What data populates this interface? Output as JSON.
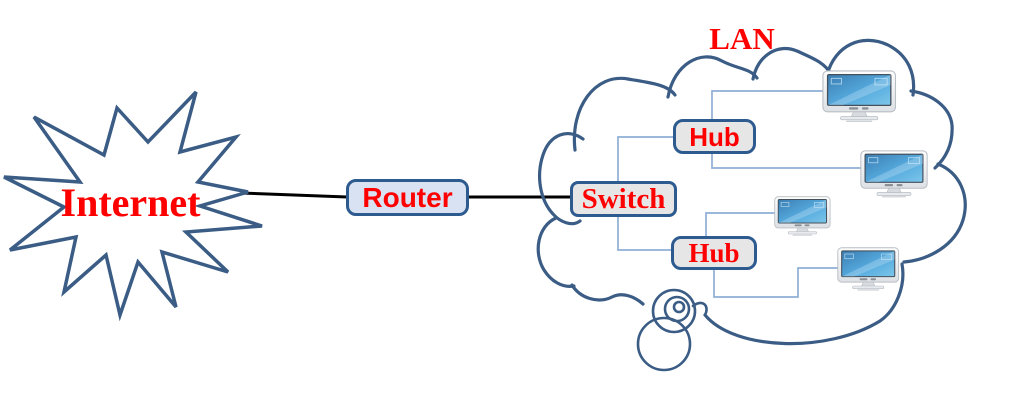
{
  "diagram": {
    "region_label": "LAN",
    "nodes": {
      "internet": {
        "label": "Internet",
        "shape": "starburst"
      },
      "router": {
        "label": "Router",
        "shape": "rounded-box"
      },
      "switch": {
        "label": "Switch",
        "shape": "rounded-box"
      },
      "hub_top": {
        "label": "Hub",
        "shape": "rounded-box"
      },
      "hub_bottom": {
        "label": "Hub",
        "shape": "rounded-box"
      }
    },
    "computers": [
      {
        "icon": "computer-monitor-icon"
      },
      {
        "icon": "computer-monitor-icon"
      },
      {
        "icon": "computer-monitor-icon"
      },
      {
        "icon": "computer-monitor-icon"
      }
    ],
    "connections": [
      "internet - router",
      "router - switch",
      "switch - hub_top",
      "switch - hub_bottom",
      "hub_top - computer_1",
      "hub_top - computer_2",
      "hub_bottom - computer_3",
      "hub_bottom - computer_4"
    ],
    "colors": {
      "label_text": "#FF0000",
      "shape_outline": "#3A5C85",
      "box_border": "#2E5B8F",
      "router_fill": "#D9E2F3",
      "box_fill": "#E7E6E6",
      "connector_line": "#8FAFD6",
      "trunk_line": "#000000",
      "screen_blue": "#55AADE"
    }
  }
}
